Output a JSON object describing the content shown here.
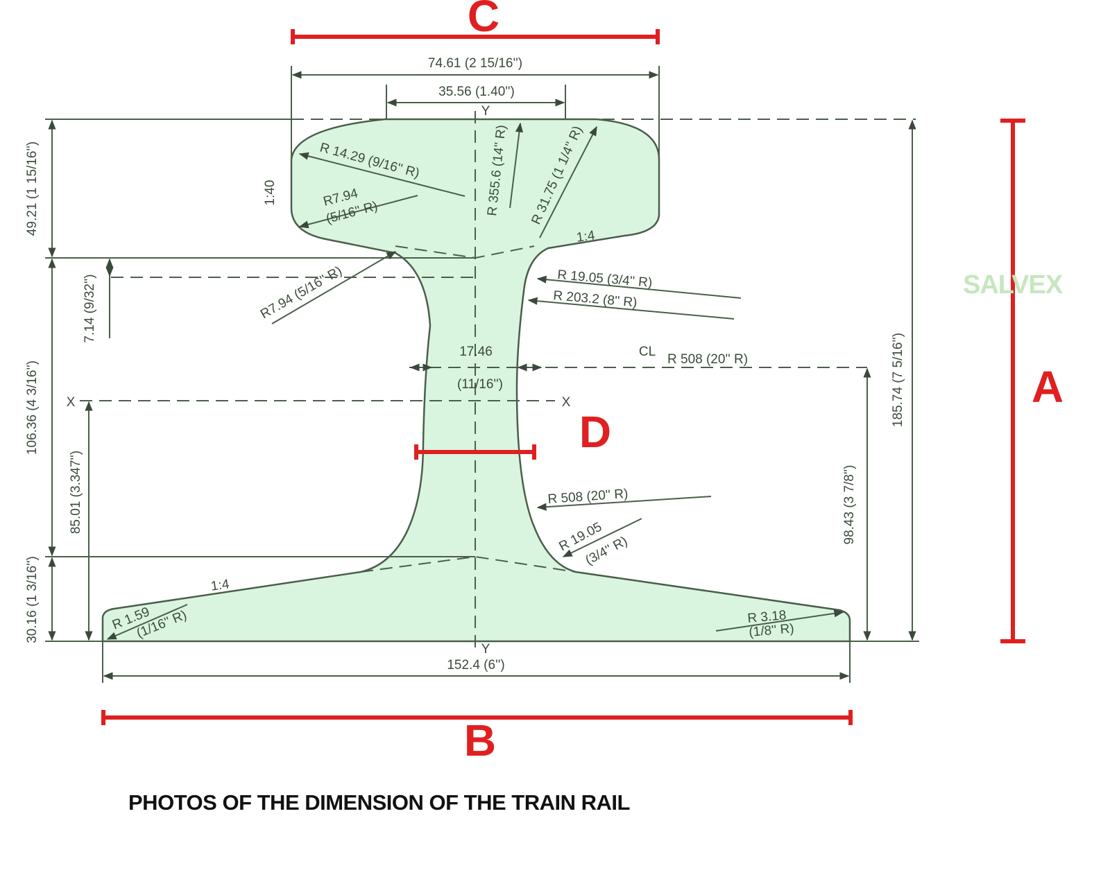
{
  "caption": "PHOTOS OF THE DIMENSION OF THE TRAIN RAIL",
  "watermark": "SALVEX",
  "colors": {
    "rail_fill": "#d9f5df",
    "outline": "#4a5e4a",
    "marker": "#e02020"
  },
  "markers": {
    "a": "A",
    "b": "B",
    "c": "C",
    "d": "D"
  },
  "dimensions": {
    "head_width": "74.61 (2 15/16'')",
    "crown_width": "35.56 (1.40'')",
    "head_height": "49.21 (1 15/16'')",
    "web_height": "106.36 (4 3/16'')",
    "base_height": "30.16 (1 3/16'')",
    "fillet_offset": "7.14 (9/32'')",
    "neutral_axis": "85.01 (3.347'')",
    "total_height": "185.74 (7 5/16'')",
    "web_center_height": "98.43 (3 7/8'')",
    "web_thickness": "17.46",
    "web_thickness_in": "(11/16'')",
    "base_width": "152.4 (6'')",
    "head_slope": "1:40",
    "head_under_slope": "1:4",
    "base_slope": "1:4",
    "axis_y": "Y",
    "axis_x": "X",
    "centerline": "CL"
  },
  "radii": {
    "r_head_corner": "R 14.29 (9/16'' R)",
    "r_head_lower": "R7.94",
    "r_head_lower_in": "(5/16'' R)",
    "r_crown": "R 355.6 (14'' R)",
    "r_gauge": "R 31.75 (1 1/4'' R)",
    "r_neck": "R7.94 (5/16'' R)",
    "r_web_top1": "R 19.05 (3/4'' R)",
    "r_web_top2": "R 203.2 (8'' R)",
    "r_web_mid": "R 508 (20'' R)",
    "r_web_low": "R 508 (20'' R)",
    "r_web_foot": "R 19.05",
    "r_web_foot_in": "(3/4'' R)",
    "r_base_left": "R 1.59",
    "r_base_left_in": "(1/16'' R)",
    "r_base_right": "R 3.18",
    "r_base_right_in": "(1/8'' R)"
  }
}
